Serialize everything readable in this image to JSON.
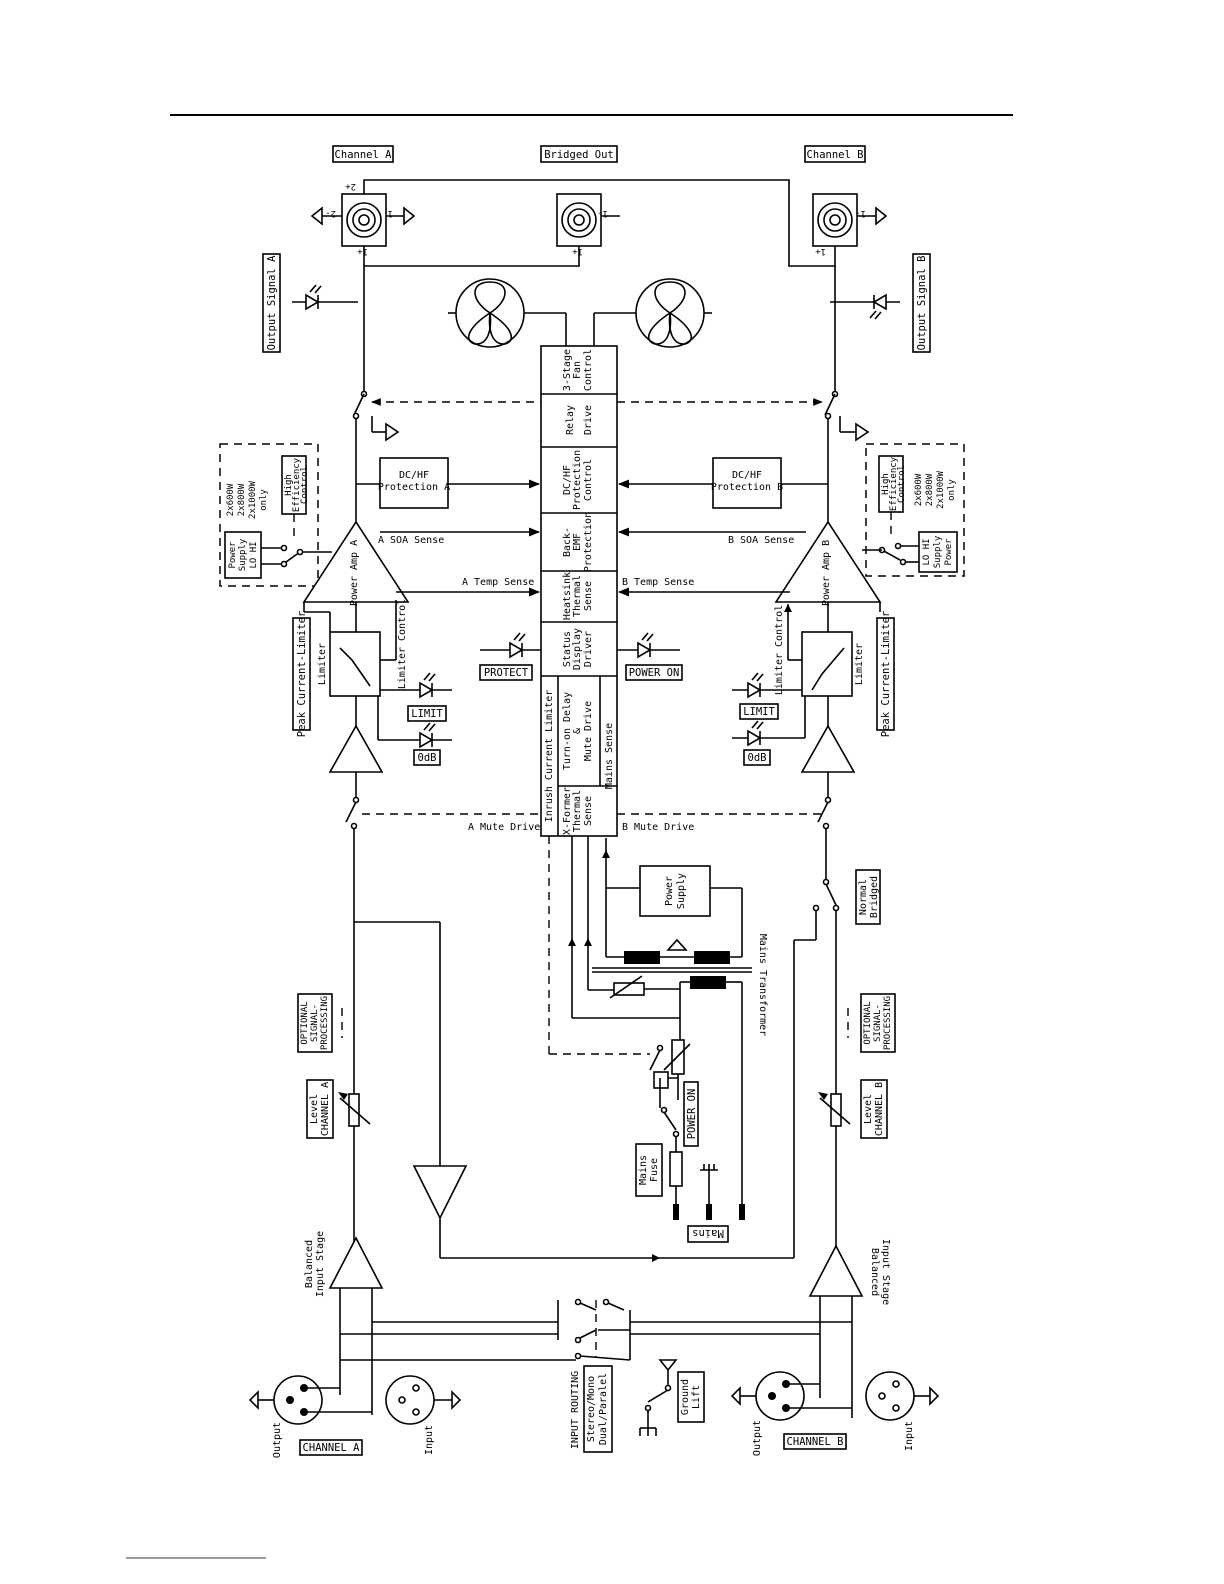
{
  "labels": {
    "channel_a": "Channel A",
    "bridged_out": "Bridged Out",
    "channel_b": "Channel B",
    "output_signal_a": "Output Signal A",
    "output_signal_b": "Output Signal B",
    "power_amp_a": "Power Amp A",
    "power_amp_b": "Power Amp B",
    "dc_hf_a": [
      "DC/HF",
      "Protection A"
    ],
    "dc_hf_b": [
      "DC/HF",
      "Protection B"
    ],
    "high_eff_a": [
      "High",
      "Efficiency",
      "Control"
    ],
    "high_eff_b": [
      "High",
      "Efficiency",
      "Control"
    ],
    "power_models_a": [
      "2x600W",
      "2x800W",
      "2x1000W",
      "only"
    ],
    "power_models_b": [
      "2x600W",
      "2x800W",
      "2x1000W",
      "only"
    ],
    "supply_a": [
      "Power",
      "Supply",
      "LO    HI"
    ],
    "supply_b": [
      "Power",
      "Supply",
      "LO    HI"
    ],
    "soa_a": "A SOA Sense",
    "soa_b": "B SOA Sense",
    "temp_a": "A Temp Sense",
    "temp_b": "B Temp Sense",
    "mute_a": "A Mute Drive",
    "mute_b": "B Mute Drive",
    "peak_current_limiter": "Peak Current-Limiter",
    "limiter": "Limiter",
    "limiter_control": "Limiter Control",
    "limit": "LIMIT",
    "zero_db": "0dB",
    "protect": "PROTECT",
    "power_on": "POWER ON",
    "central": {
      "fan": [
        "3-Stage",
        "Fan",
        "Control"
      ],
      "relay": [
        "Relay",
        "Drive"
      ],
      "dchf": [
        "DC/HF",
        "Protection",
        "Control"
      ],
      "backemf": [
        "Back-",
        "EMF",
        "Protection"
      ],
      "heatsink": [
        "Heatsink",
        "Thermal",
        "Sense"
      ],
      "status": [
        "Status",
        "Display",
        "Driver"
      ],
      "inrush": "Inrush Current Limiter",
      "turnon": [
        "Turn-on Delay",
        "&",
        "Mute Drive"
      ],
      "mains_sense": "Mains Sense",
      "xformer": [
        "X-Former",
        "Thermal",
        "Sense"
      ]
    },
    "power_supply": [
      "Power",
      "Supply"
    ],
    "mains_transformer": "Mains Transformer",
    "mains_fuse": [
      "Mains",
      "Fuse"
    ],
    "mains": "Mains",
    "normal_bridged": [
      "Normal",
      "Bridged"
    ],
    "optional_processing": [
      "OPTIONAL",
      "SIGNAL-",
      "PROCESSING"
    ],
    "level_a": [
      "Level",
      "CHANNEL A"
    ],
    "level_b": [
      "Level",
      "CHANNEL B"
    ],
    "balanced_input": [
      "Balanced",
      "Input Stage"
    ],
    "output": "Output",
    "input": "Input",
    "channel_a_caps": "CHANNEL A",
    "channel_b_caps": "CHANNEL B",
    "input_routing": [
      "INPUT ROUTING",
      "Stereo/Mono",
      "Dual/Paralel"
    ],
    "ground_lift": [
      "Ground",
      "Lift"
    ],
    "pin_1": "1",
    "pin_1m": "1-",
    "pin_1p": "1+",
    "pin_2m": "2-",
    "pin_2p": "2+"
  }
}
